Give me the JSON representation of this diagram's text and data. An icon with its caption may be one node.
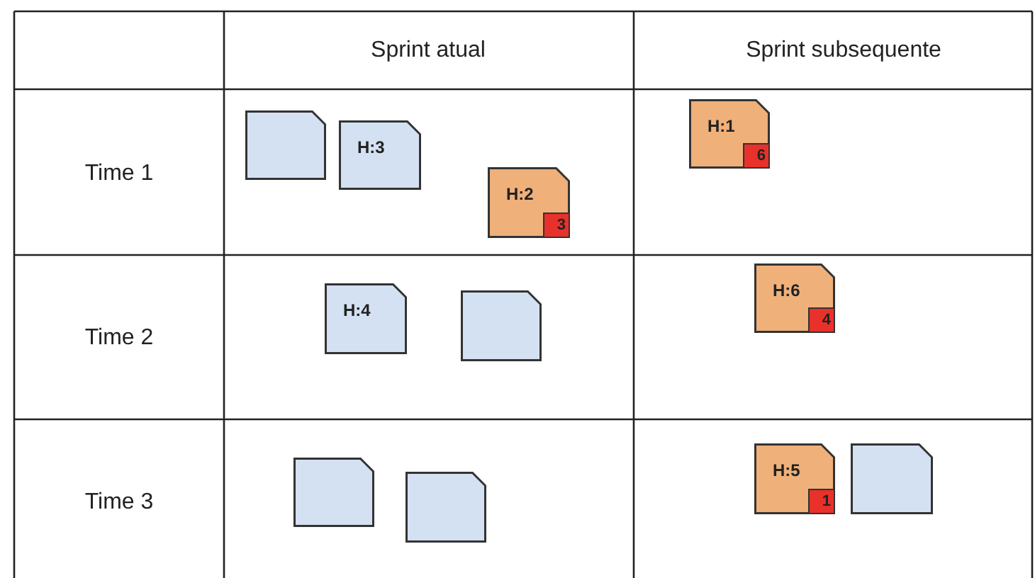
{
  "diagram": {
    "nodes": [
      {
        "text": [],
        "shape": "box"
      },
      {
        "text": [
          "H:3"
        ]
      },
      {
        "text": [
          "H:1"
        ]
      },
      {
        "text": [
          "6"
        ],
        "in": 2
      },
      {
        "text": [
          "H:2"
        ]
      },
      {
        "text": [
          "3"
        ],
        "in": 4
      },
      {
        "text": [
          "H:4"
        ]
      },
      {
        "text": [],
        "shape": "box"
      },
      {
        "text": [
          "H:6"
        ]
      },
      {
        "text": [
          "4"
        ],
        "in": 8
      },
      {
        "text": [],
        "shape": "box"
      },
      {
        "text": [],
        "shape": "box"
      },
      {
        "text": [
          "H:5"
        ]
      },
      {
        "text": [
          "1"
        ],
        "in": 12
      },
      {
        "text": [],
        "shape": "box"
      }
    ],
    "edges": [],
    "labels": [
      "Sprint atual",
      "Sprint subsequente",
      "Time 1",
      "Time 2",
      "Time 3"
    ]
  }
}
